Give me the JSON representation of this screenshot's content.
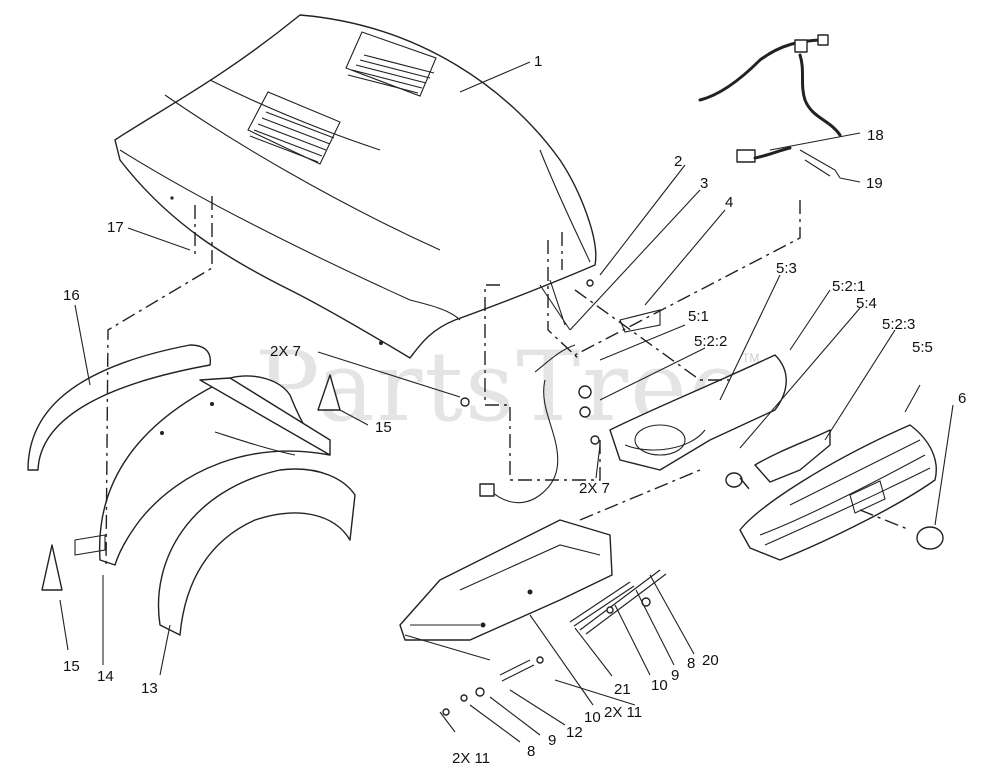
{
  "watermark": {
    "text": "PartsTree",
    "mark": "TM"
  },
  "callouts": {
    "p1": "1",
    "p2": "2",
    "p3": "3",
    "p4": "4",
    "p6": "6",
    "p7_upper": "2X 7",
    "p7_lower": "2X 7",
    "p8_right": "8",
    "p8_bottom": "8",
    "p9_right": "9",
    "p9_bottom": "9",
    "p10_right": "10",
    "p10_bottom": "10",
    "p11_right": "2X 11",
    "p11_bottom": "2X 11",
    "p12": "12",
    "p13": "13",
    "p14": "14",
    "p15_upper": "15",
    "p15_lower": "15",
    "p16": "16",
    "p17": "17",
    "p18": "18",
    "p19": "19",
    "p20": "20",
    "p21": "21",
    "p5_1": "5:1",
    "p5_2_1": "5:2:1",
    "p5_2_2": "5:2:2",
    "p5_2_3": "5:2:3",
    "p5_3": "5:3",
    "p5_4": "5:4",
    "p5_5": "5:5"
  }
}
